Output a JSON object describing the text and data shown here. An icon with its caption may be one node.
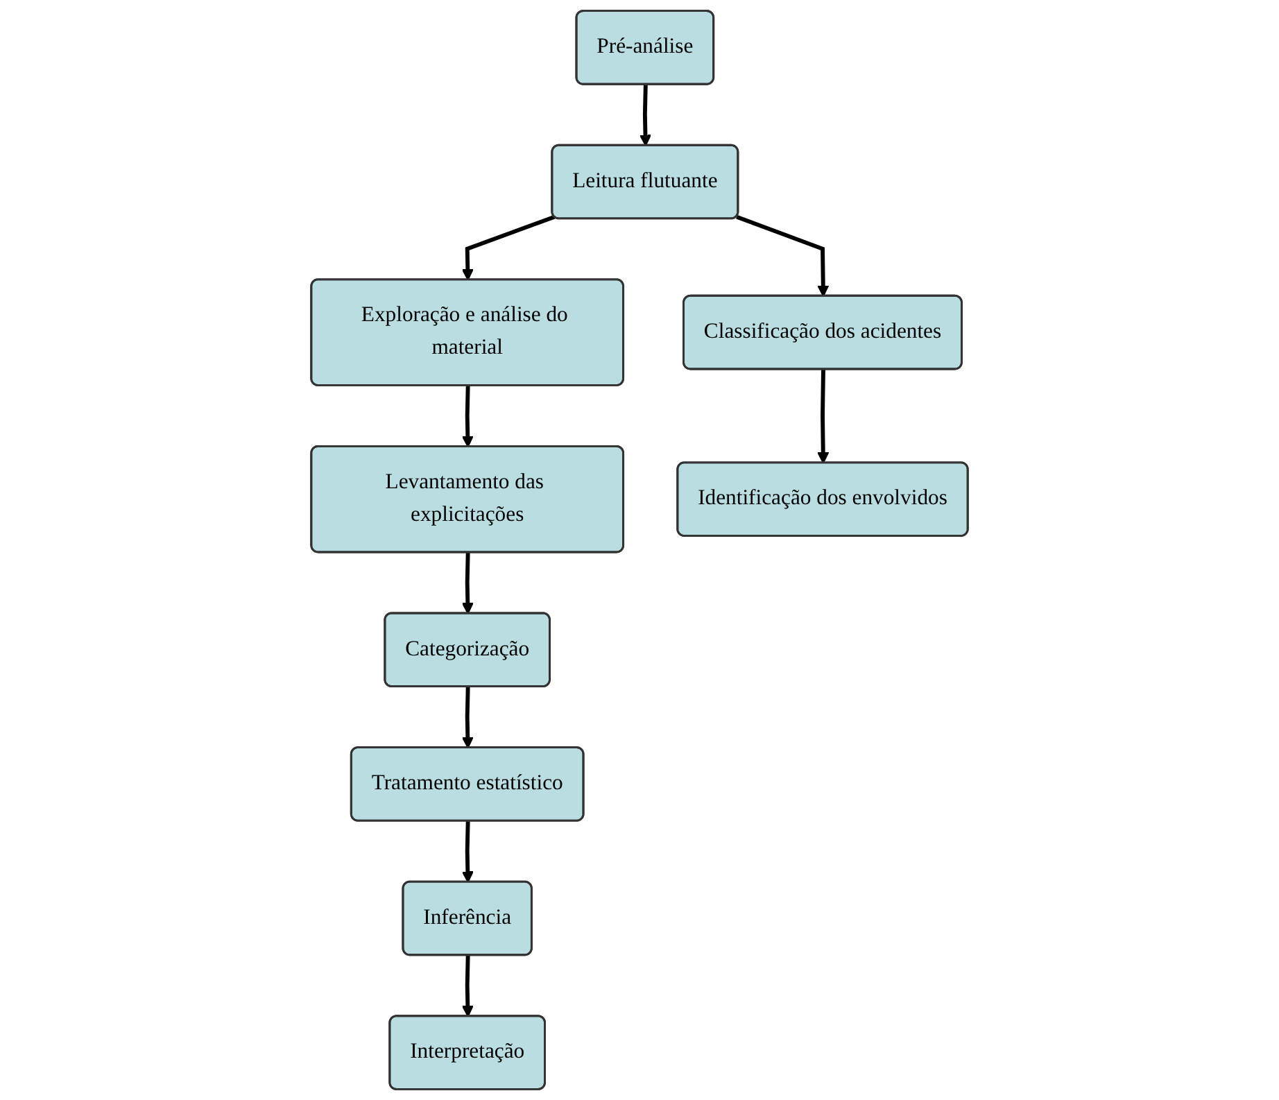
{
  "diagram": {
    "nodes": [
      {
        "text": [
          "Pré-análise"
        ]
      },
      {
        "text": [
          "Leitura flutuante"
        ]
      },
      {
        "text": [
          "Exploração e análise do material"
        ]
      },
      {
        "text": [
          "Classificação dos acidentes"
        ]
      },
      {
        "text": [
          "Levantamento das explicitações"
        ]
      },
      {
        "text": [
          "Identificação dos envolvidos"
        ]
      },
      {
        "text": [
          "Categorização"
        ]
      },
      {
        "text": [
          "Tratamento estatístico"
        ]
      },
      {
        "text": [
          "Inferência"
        ]
      },
      {
        "text": [
          "Interpretação"
        ]
      }
    ],
    "edges": [
      {
        "from": 0,
        "to": 1,
        "arrow": "to"
      },
      {
        "from": 1,
        "to": 2,
        "arrow": "to"
      },
      {
        "from": 1,
        "to": 3,
        "arrow": "to"
      },
      {
        "from": 2,
        "to": 4,
        "arrow": "to"
      },
      {
        "from": 3,
        "to": 5,
        "arrow": "to"
      },
      {
        "from": 4,
        "to": 6,
        "arrow": "to"
      },
      {
        "from": 6,
        "to": 7,
        "arrow": "to"
      },
      {
        "from": 7,
        "to": 8,
        "arrow": "to"
      },
      {
        "from": 8,
        "to": 9,
        "arrow": "to"
      }
    ]
  }
}
